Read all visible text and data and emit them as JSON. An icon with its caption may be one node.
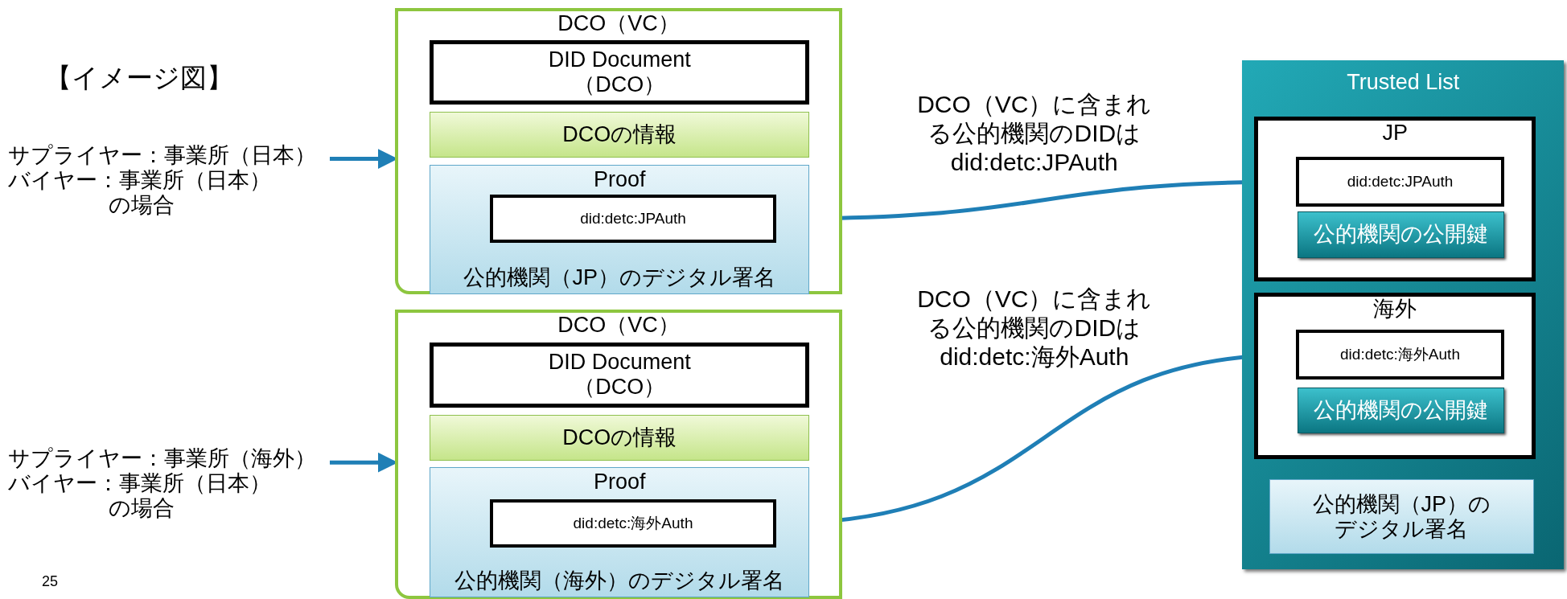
{
  "diagram": {
    "title": "【イメージ図】",
    "nodes": [
      {
        "text": [
          "サプライヤー：事業所（日本）",
          "バイヤー：事業所（日本）",
          "の場合"
        ]
      },
      {
        "text": [
          "DCO（VC）"
        ]
      },
      {
        "text": [
          "DID Document （DCO）"
        ],
        "in": 1
      },
      {
        "text": [
          "DCOの情報"
        ],
        "in": 1
      },
      {
        "text": [
          "Proof",
          "公的機関（JP）のデジタル署名"
        ],
        "in": 1
      },
      {
        "text": [
          "did:detc:JPAuth"
        ],
        "in": 4
      },
      {
        "text": [
          "サプライヤー：事業所（海外）",
          "バイヤー：事業所（日本）",
          "の場合"
        ]
      },
      {
        "text": [
          "DCO（VC）"
        ]
      },
      {
        "text": [
          "DID Document （DCO）"
        ],
        "in": 7
      },
      {
        "text": [
          "DCOの情報"
        ],
        "in": 7
      },
      {
        "text": [
          "Proof",
          "公的機関（海外）のデジタル署名"
        ],
        "in": 7
      },
      {
        "text": [
          "did:detc:海外Auth"
        ],
        "in": 10
      },
      {
        "text": [
          "Trusted List"
        ]
      },
      {
        "text": [
          "JP"
        ],
        "in": 12
      },
      {
        "text": [
          "did:detc:JPAuth"
        ],
        "in": 13
      },
      {
        "text": [
          "公的機関の公開鍵"
        ],
        "in": 13
      },
      {
        "text": [
          "海外"
        ],
        "in": 12
      },
      {
        "text": [
          "did:detc:海外Auth"
        ],
        "in": 16
      },
      {
        "text": [
          "公的機関の公開鍵"
        ],
        "in": 16
      },
      {
        "text": [
          "公的機関（JP）のデジタル署名"
        ],
        "in": 12
      }
    ],
    "edges": [
      {
        "from": 0,
        "to": 1,
        "arrow": "to"
      },
      {
        "from": 6,
        "to": 7,
        "arrow": "to"
      },
      {
        "from": 5,
        "to": 14,
        "arrow": "none"
      },
      {
        "from": 11,
        "to": 17,
        "arrow": "none"
      }
    ],
    "labels": [
      "DCO（VC）に含まれる公的機関のDIDは did:detc:JPAuth",
      "DCO（VC）に含まれる公的機関のDIDは did:detc:海外Auth",
      "25"
    ]
  }
}
